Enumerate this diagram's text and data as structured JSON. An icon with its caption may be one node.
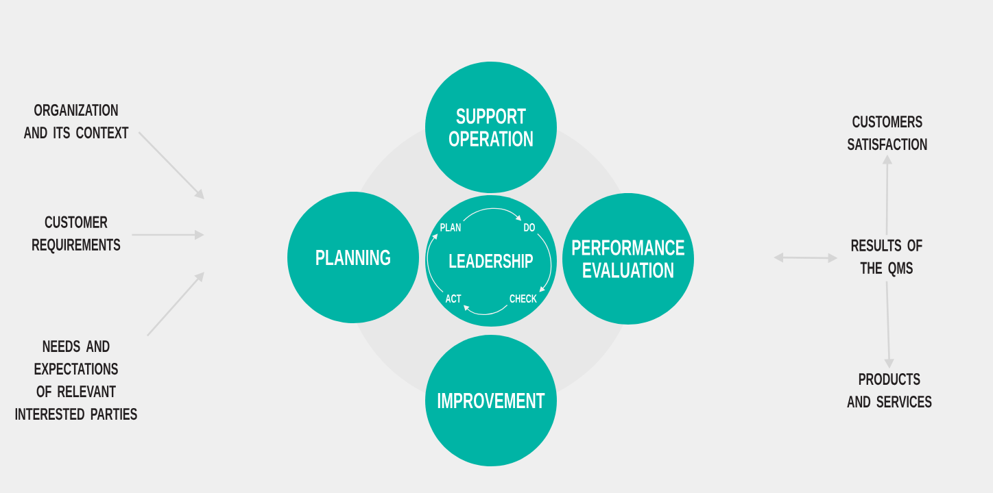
{
  "diagram": {
    "nodes": [
      {
        "text": [
          "ORGANIZATION AND ITS CONTEXT"
        ]
      },
      {
        "text": [
          "CUSTOMER REQUIREMENTS"
        ]
      },
      {
        "text": [
          "NEEDS AND EXPECTATIONS OF RELEVANT INTERESTED PARTIES"
        ]
      },
      {
        "text": [
          "SUPPORT OPERATION"
        ]
      },
      {
        "text": [
          "PLANNING"
        ]
      },
      {
        "text": [
          "LEADERSHIP"
        ]
      },
      {
        "text": [
          "PLAN"
        ],
        "in": 5
      },
      {
        "text": [
          "DO"
        ],
        "in": 5
      },
      {
        "text": [
          "ACT"
        ],
        "in": 5
      },
      {
        "text": [
          "CHECK"
        ],
        "in": 5
      },
      {
        "text": [
          "PERFORMANCE EVALUATION"
        ]
      },
      {
        "text": [
          "IMPROVEMENT"
        ]
      },
      {
        "text": [
          "CUSTOMERS SATISFACTION"
        ]
      },
      {
        "text": [
          "RESULTS OF THE QMS"
        ]
      },
      {
        "text": [
          "PRODUCTS AND SERVICES"
        ]
      }
    ],
    "edges": [
      {
        "from": 0,
        "to": null,
        "arrow": "to"
      },
      {
        "from": 1,
        "to": null,
        "arrow": "to"
      },
      {
        "from": 2,
        "to": null,
        "arrow": "to"
      },
      {
        "from": 6,
        "to": 7,
        "arrow": "to",
        "color": "#f5f2f2"
      },
      {
        "from": 7,
        "to": 9,
        "arrow": "to",
        "color": "#f5f2f2"
      },
      {
        "from": 9,
        "to": 8,
        "arrow": "to",
        "color": "#f5f2f2"
      },
      {
        "from": 8,
        "to": 6,
        "arrow": "to",
        "color": "#f5f2f2"
      },
      {
        "from": null,
        "to": 13,
        "arrow": "both"
      },
      {
        "from": 13,
        "to": 12,
        "arrow": "to"
      },
      {
        "from": 13,
        "to": 14,
        "arrow": "to"
      }
    ]
  }
}
